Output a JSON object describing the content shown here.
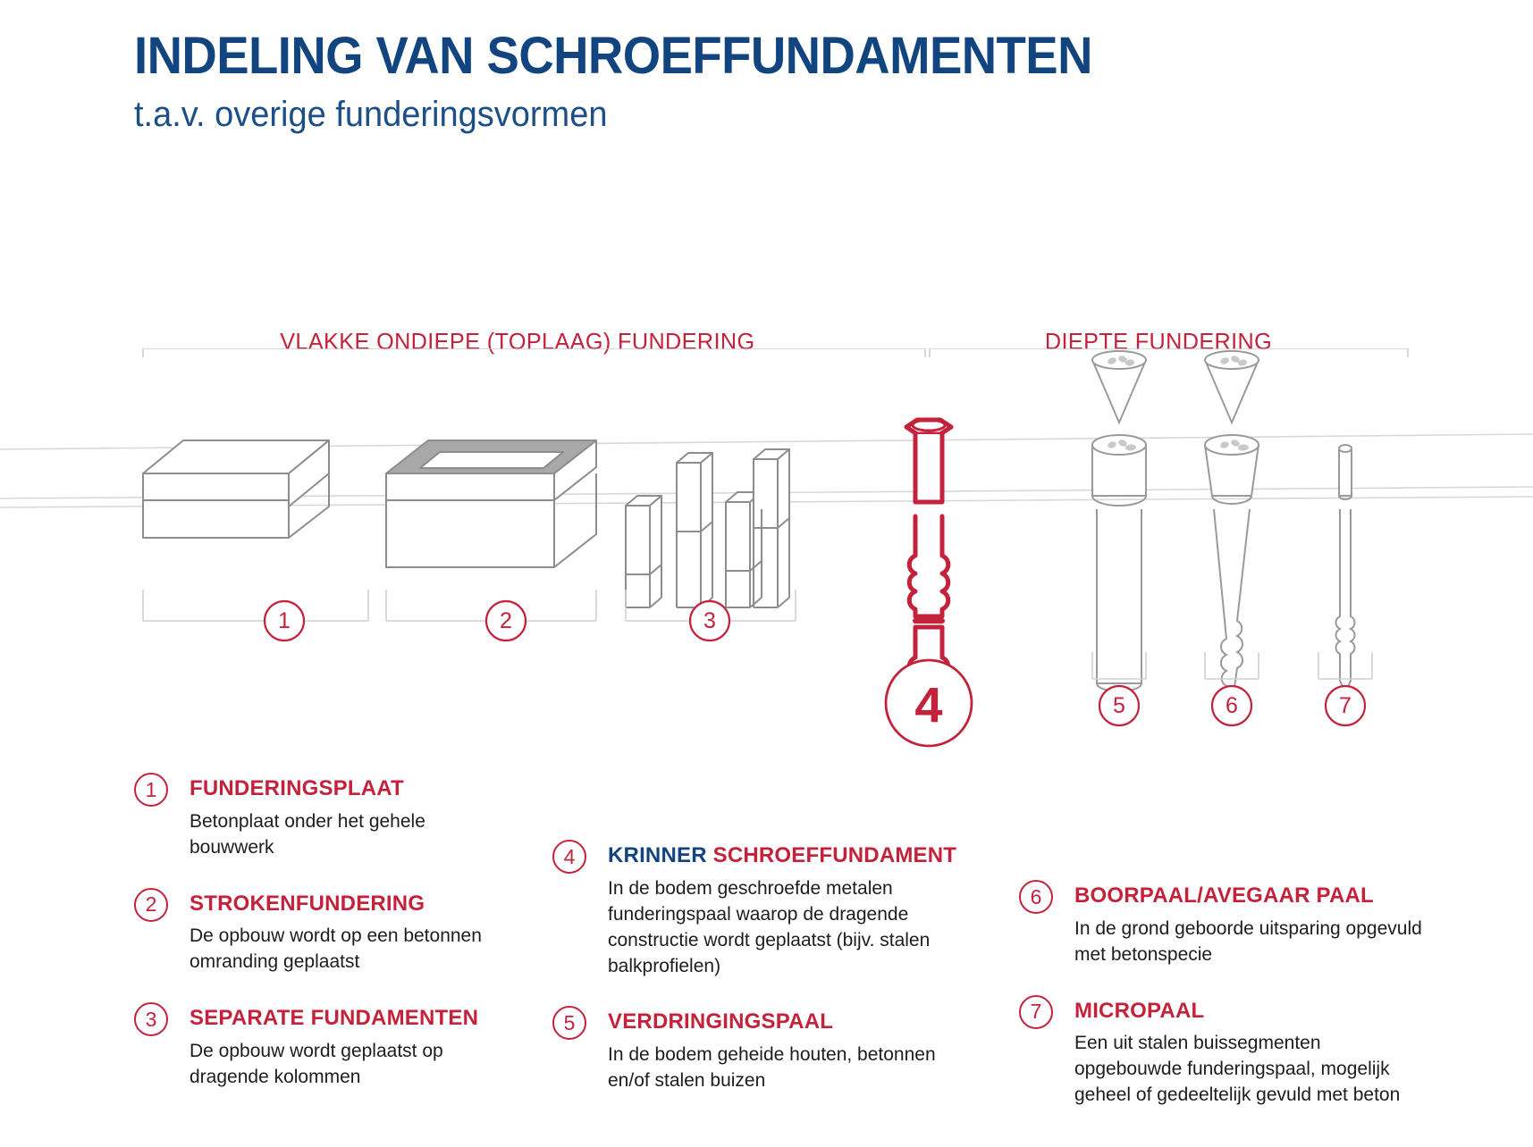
{
  "title": {
    "main": "INDELING VAN SCHROEFFUNDAMENTEN",
    "sub": "t.a.v. overige funderingsvormen"
  },
  "sections": {
    "shallow": "VLAKKE ONDIEPE (TOPLAAG) FUNDERING",
    "deep": "DIEPTE FUNDERING"
  },
  "colors": {
    "brand_blue": "#12457f",
    "accent_red": "#c4223b",
    "line_gray": "#8d8d8d",
    "text_dark": "#1d1d1b"
  },
  "diagram": {
    "markers": [
      {
        "number": "1",
        "label": "funderingsplaat"
      },
      {
        "number": "2",
        "label": "strokenfundering"
      },
      {
        "number": "3",
        "label": "separate-fundamenten"
      },
      {
        "number": "4",
        "label": "krinner-schroeffundament"
      },
      {
        "number": "5",
        "label": "verdringingspaal"
      },
      {
        "number": "6",
        "label": "boorpaal-avegaar-paal"
      },
      {
        "number": "7",
        "label": "micropaal"
      }
    ]
  },
  "legend": {
    "column1": [
      {
        "number": "1",
        "title": "FUNDERINGSPLAAT",
        "desc": "Betonplaat onder het gehele bouwwerk"
      },
      {
        "number": "2",
        "title": "STROKENFUNDERING",
        "desc": "De opbouw wordt op een betonnen omranding geplaatst"
      },
      {
        "number": "3",
        "title": "SEPARATE FUNDAMENTEN",
        "desc": "De opbouw wordt geplaatst op dragende kolommen"
      }
    ],
    "column2": [
      {
        "number": "4",
        "title_brand": "KRINNER",
        "title_rest": "SCHROEFFUNDAMENT",
        "desc": "In de bodem geschroefde metalen funderingspaal waarop de dragende constructie wordt geplaatst (bijv. stalen balkprofielen)"
      },
      {
        "number": "5",
        "title": "VERDRINGINGSPAAL",
        "desc": "In de bodem geheide houten, betonnen en/of stalen buizen"
      }
    ],
    "column3": [
      {
        "number": "6",
        "title": "BOORPAAL/AVEGAAR PAAL",
        "desc": "In de grond geboorde uitsparing opgevuld met betonspecie"
      },
      {
        "number": "7",
        "title": "MICROPAAL",
        "desc": "Een uit stalen buissegmenten opgebouwde funderingspaal, mogelijk geheel of gedeeltelijk gevuld met beton"
      }
    ]
  }
}
